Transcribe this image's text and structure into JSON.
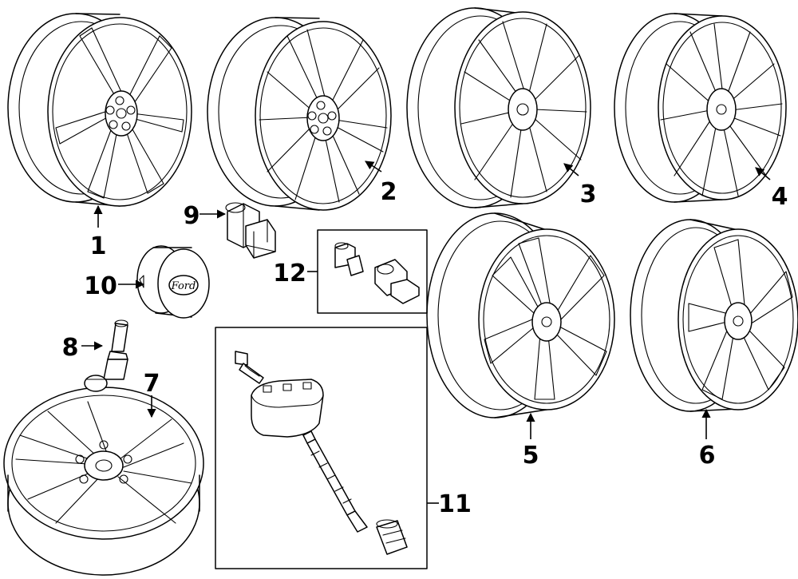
{
  "diagram": {
    "callouts": [
      "1",
      "2",
      "3",
      "4",
      "5",
      "6",
      "7",
      "8",
      "9",
      "10",
      "11",
      "12"
    ],
    "colors": {
      "stroke": "#000000",
      "background": "#ffffff"
    }
  }
}
